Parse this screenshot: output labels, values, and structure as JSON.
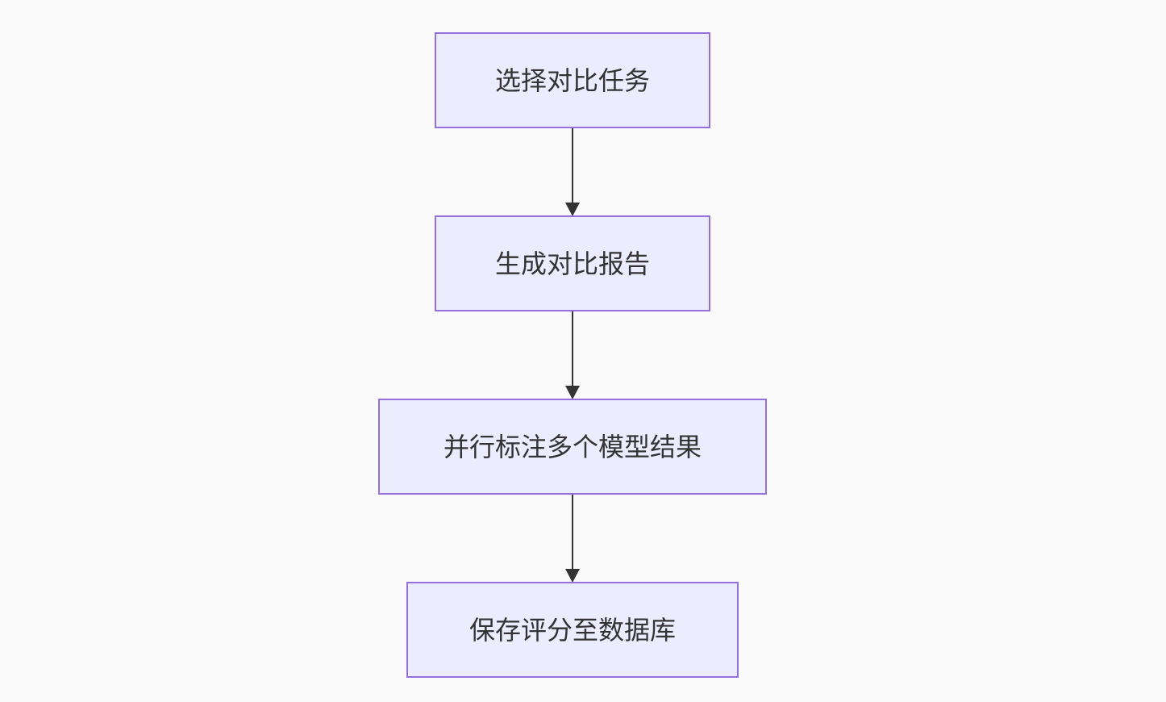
{
  "flowchart": {
    "direction": "top-down",
    "colors": {
      "background": "#fafafa",
      "node_fill": "#ececff",
      "node_stroke": "#9370db",
      "text": "#333333",
      "edge": "#333333"
    },
    "nodes": [
      {
        "id": "select_task",
        "label": "选择对比任务"
      },
      {
        "id": "generate_report",
        "label": "生成对比报告"
      },
      {
        "id": "annotate_models",
        "label": "并行标注多个模型结果"
      },
      {
        "id": "save_scores",
        "label": "保存评分至数据库"
      }
    ],
    "edges": [
      {
        "from": "select_task",
        "to": "generate_report"
      },
      {
        "from": "generate_report",
        "to": "annotate_models"
      },
      {
        "from": "annotate_models",
        "to": "save_scores"
      }
    ]
  }
}
